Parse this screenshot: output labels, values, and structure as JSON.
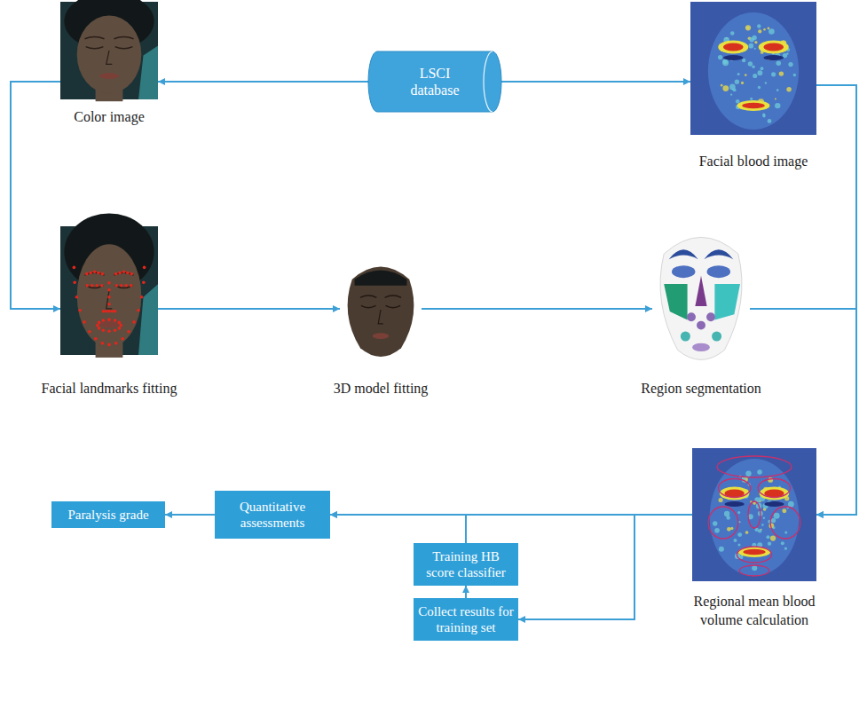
{
  "diagram": {
    "nodes": [
      {
        "text": [
          "Color image"
        ]
      },
      {
        "text": [
          "LSCI database"
        ]
      },
      {
        "text": [
          "Facial blood image"
        ]
      },
      {
        "text": [
          "Facial landmarks fitting"
        ]
      },
      {
        "text": [
          "3D model fitting"
        ]
      },
      {
        "text": [
          "Region segmentation"
        ]
      },
      {
        "text": [
          "Regional mean blood volume calculation"
        ]
      },
      {
        "text": [
          "Paralysis grade"
        ]
      },
      {
        "text": [
          "Quantitative assessments"
        ]
      },
      {
        "text": [
          "Training HB score classifier"
        ]
      },
      {
        "text": [
          "Collect results for training set"
        ]
      }
    ],
    "edges": [
      {
        "from": 1,
        "to": 0,
        "arrow": "to"
      },
      {
        "from": 1,
        "to": 2,
        "arrow": "to"
      },
      {
        "from": 0,
        "to": 3,
        "arrow": "to"
      },
      {
        "from": 3,
        "to": 4,
        "arrow": "to"
      },
      {
        "from": 4,
        "to": 5,
        "arrow": "to"
      },
      {
        "from": 5,
        "to": 6,
        "arrow": "to"
      },
      {
        "from": 2,
        "to": 6,
        "arrow": "to"
      },
      {
        "from": 6,
        "to": 8,
        "arrow": "to"
      },
      {
        "from": 6,
        "to": 10,
        "arrow": "to"
      },
      {
        "from": 10,
        "to": 9,
        "arrow": "to"
      },
      {
        "from": 9,
        "to": 8,
        "arrow": "to"
      },
      {
        "from": 8,
        "to": 7,
        "arrow": "to"
      }
    ]
  }
}
